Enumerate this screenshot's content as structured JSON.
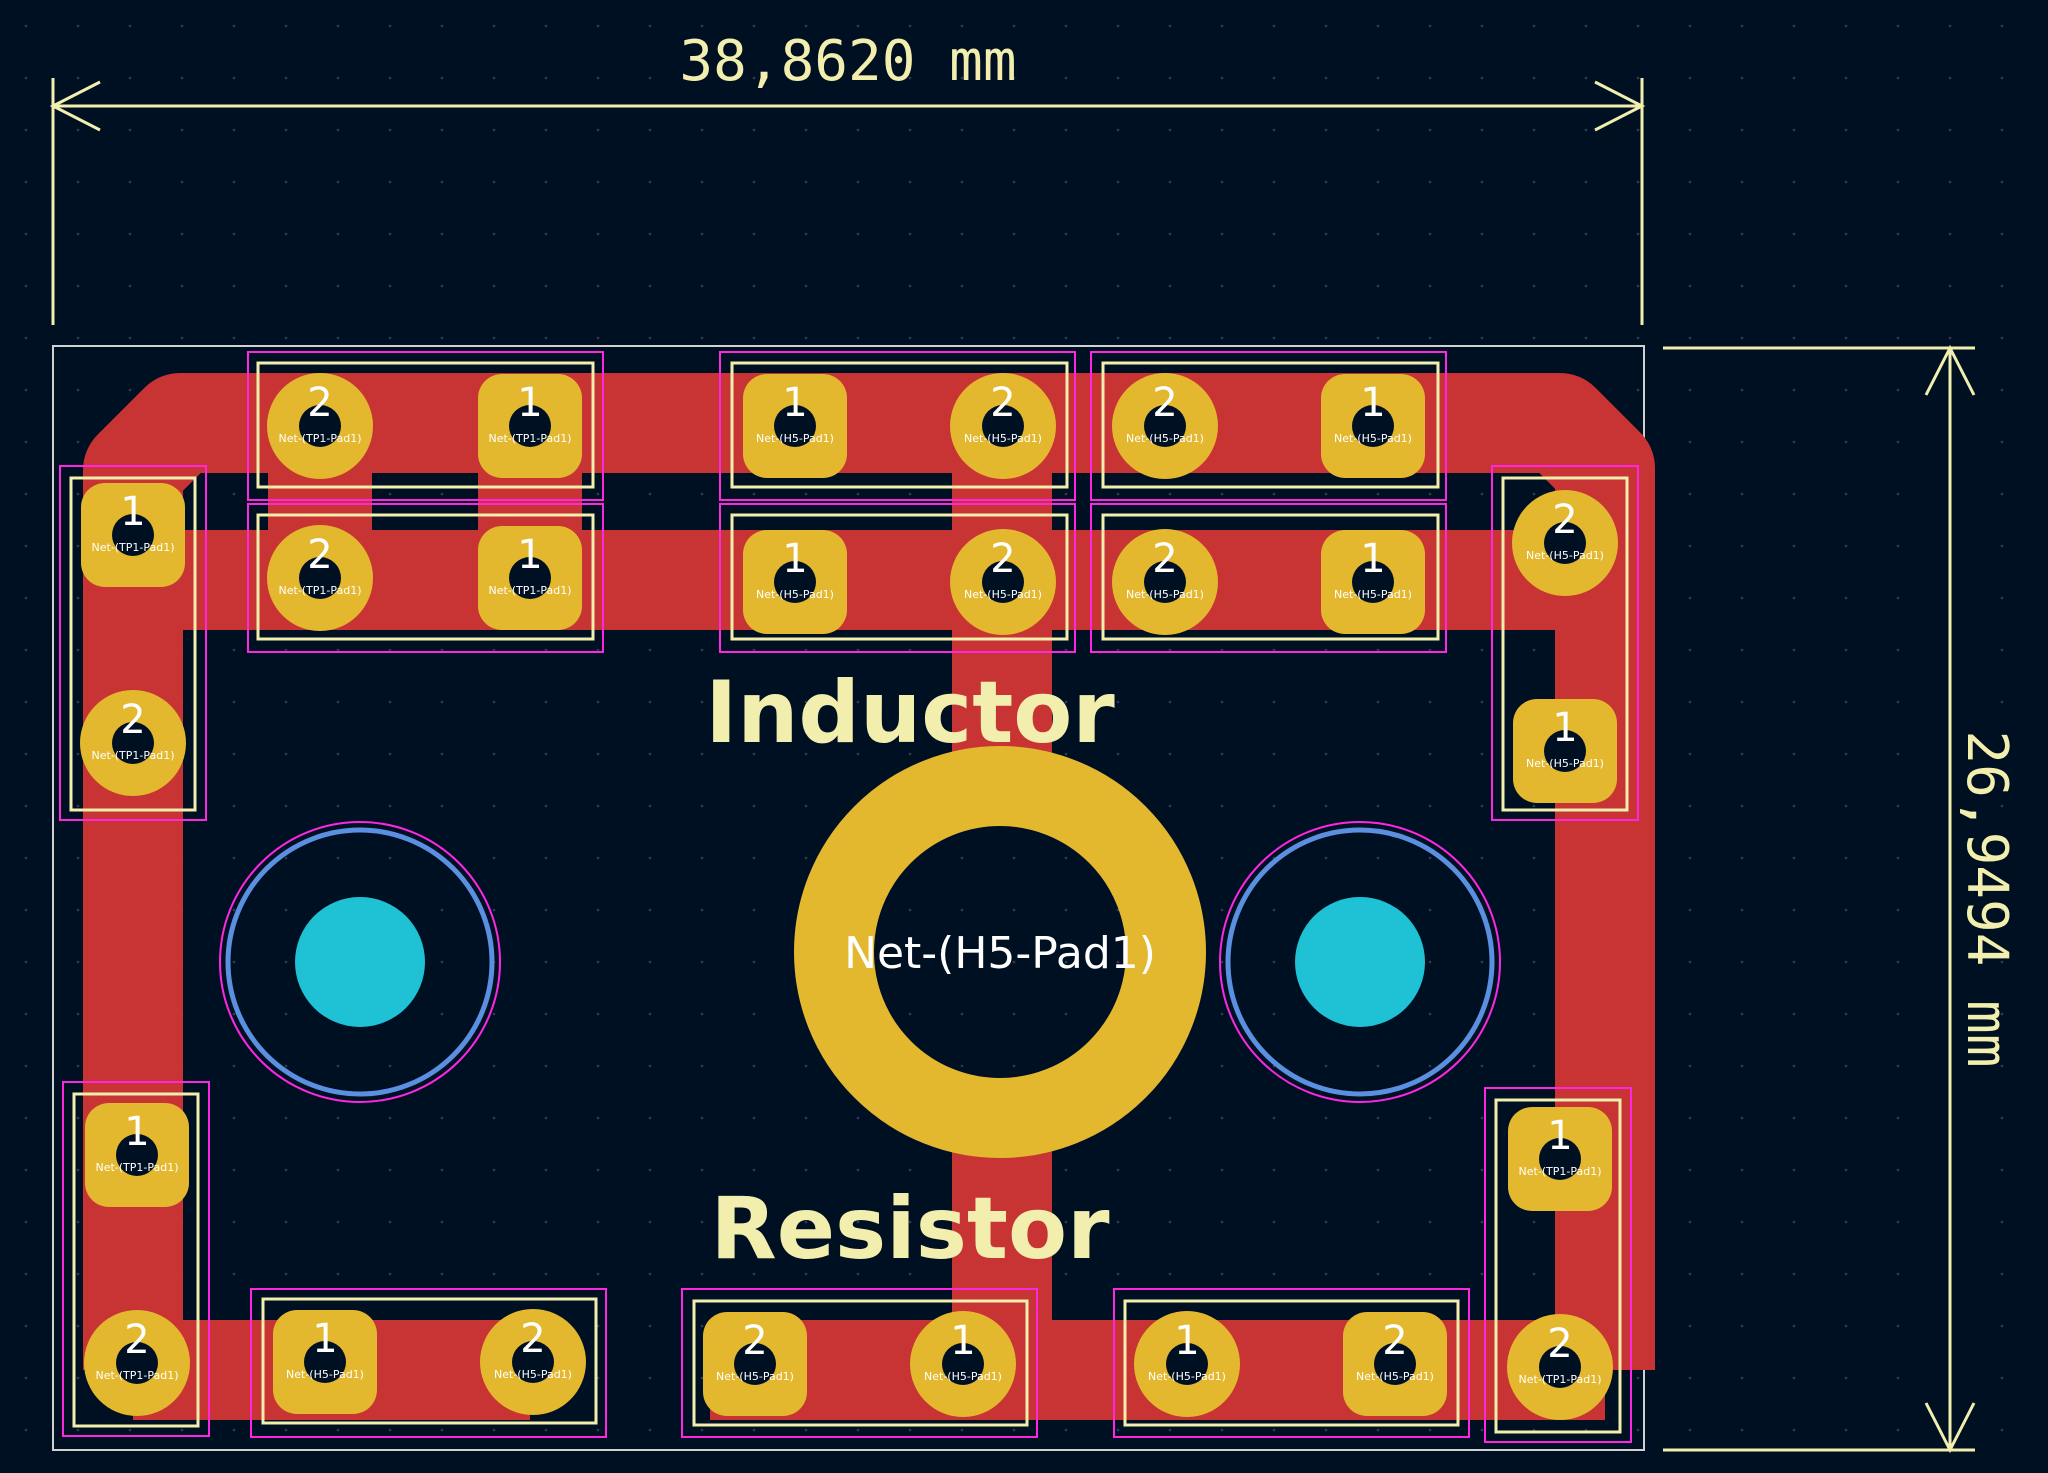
{
  "dimensions": {
    "width_label": "38,8620 mm",
    "height_label": "26,9494 mm"
  },
  "silkscreen": {
    "inductor_label": "Inductor",
    "resistor_label": "Resistor"
  },
  "mounting_hole": {
    "net_label": "Net-(H5-Pad1)"
  },
  "pads": [
    {
      "num": "2",
      "net": "Net-(TP1-Pad1)"
    },
    {
      "num": "1",
      "net": "Net-(TP1-Pad1)"
    },
    {
      "num": "2",
      "net": "Net-(TP1-Pad1)"
    },
    {
      "num": "1",
      "net": "Net-(TP1-Pad1)"
    },
    {
      "num": "1",
      "net": "Net-(H5-Pad1)"
    },
    {
      "num": "2",
      "net": "Net-(H5-Pad1)"
    },
    {
      "num": "2",
      "net": "Net-(H5-Pad1)"
    },
    {
      "num": "1",
      "net": "Net-(H5-Pad1)"
    },
    {
      "num": "1",
      "net": "Net-(H5-Pad1)"
    },
    {
      "num": "2",
      "net": "Net-(H5-Pad1)"
    },
    {
      "num": "2",
      "net": "Net-(H5-Pad1)"
    },
    {
      "num": "1",
      "net": "Net-(H5-Pad1)"
    },
    {
      "num": "1",
      "net": "Net-(TP1-Pad1)"
    },
    {
      "num": "2",
      "net": "Net-(TP1-Pad1)"
    },
    {
      "num": "2",
      "net": "Net-(H5-Pad1)"
    },
    {
      "num": "1",
      "net": "Net-(H5-Pad1)"
    },
    {
      "num": "1",
      "net": "Net-(TP1-Pad1)"
    },
    {
      "num": "2",
      "net": "Net-(TP1-Pad1)"
    },
    {
      "num": "1",
      "net": "Net-(TP1-Pad1)"
    },
    {
      "num": "2",
      "net": "Net-(TP1-Pad1)"
    },
    {
      "num": "1",
      "net": "Net-(H5-Pad1)"
    },
    {
      "num": "2",
      "net": "Net-(H5-Pad1)"
    },
    {
      "num": "2",
      "net": "Net-(H5-Pad1)"
    },
    {
      "num": "1",
      "net": "Net-(H5-Pad1)"
    },
    {
      "num": "1",
      "net": "Net-(H5-Pad1)"
    },
    {
      "num": "2",
      "net": "Net-(H5-Pad1)"
    }
  ],
  "colors": {
    "background": "#001023",
    "copper_track": "#c83434",
    "pad": "#e3b72e",
    "silkscreen": "#f2eeae",
    "courtyard": "#ff26e2",
    "drill_hole": "#1fc2d4",
    "hole_ring": "#5b8fe0"
  }
}
